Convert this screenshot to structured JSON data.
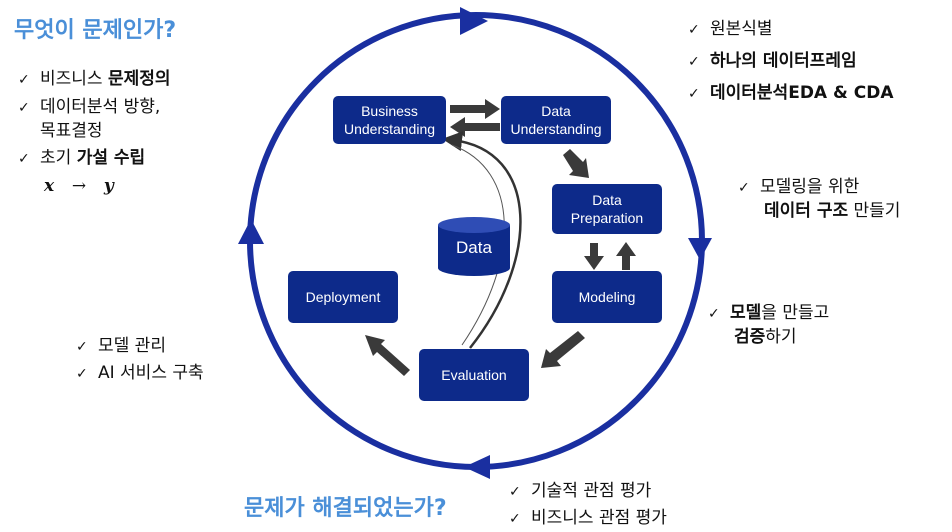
{
  "question_top": "무엇이 문제인가?",
  "question_bottom": "문제가 해결되었는가?",
  "boxes": {
    "business": [
      "Business",
      "Understanding"
    ],
    "data_und": [
      "Data",
      "Understanding"
    ],
    "data_prep": [
      "Data",
      "Preparation"
    ],
    "modeling": "Modeling",
    "evaluation": "Evaluation",
    "deployment": "Deployment",
    "data": "Data"
  },
  "top_left": {
    "n1": {
      "a": "비즈니스 ",
      "b": "문제정의"
    },
    "n2": [
      "데이터분석 방향,",
      "목표결정"
    ],
    "n3": {
      "a": "초기 ",
      "b": "가설 수립"
    },
    "math": {
      "x": "x",
      "arrow": "→",
      "y": "y"
    }
  },
  "top_right": {
    "n1": "원본식별",
    "n2": "하나의 데이터프레임",
    "n3": "데이터분석EDA & CDA"
  },
  "mid_right": {
    "a": "모델링을 위한",
    "b": "데이터 구조",
    "c": " 만들기"
  },
  "model_right": {
    "a": "모델",
    "b": "을 만들고",
    "c": "검증",
    "d": "하기"
  },
  "left_mid": {
    "n1": "모델 관리",
    "n2": "AI 서비스 구축"
  },
  "bottom": {
    "n1": "기술적 관점 평가",
    "n2": "비즈니스 관점 평가"
  },
  "check": "✓",
  "colors": {
    "ring": "#1a2fa0",
    "box": "#0d2a8a",
    "question": "#4a8fd8"
  }
}
